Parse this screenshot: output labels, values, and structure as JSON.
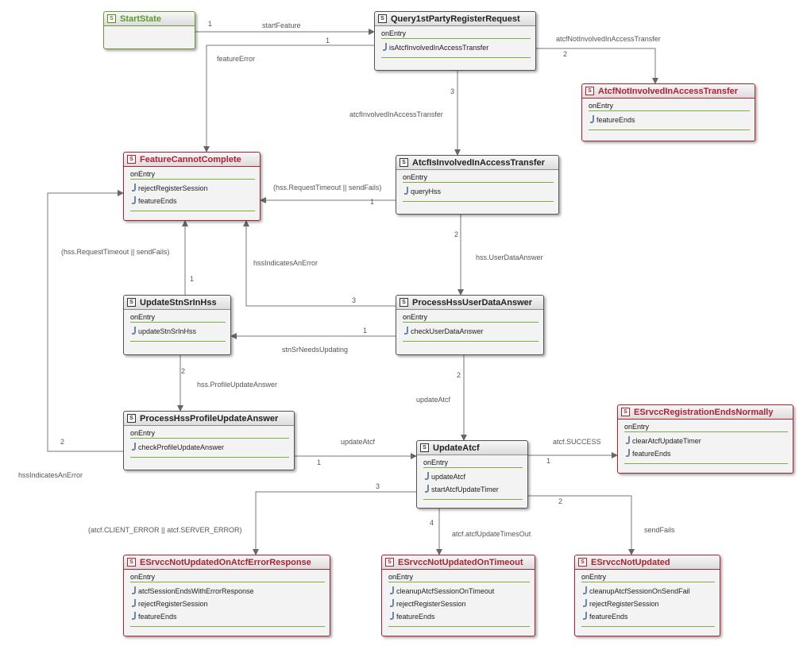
{
  "states": {
    "start": {
      "title": "StartState"
    },
    "query": {
      "title": "Query1stPartyRegisterRequest",
      "onEntry": "onEntry",
      "actions": [
        "isAtcfInvolvedInAccessTransfer"
      ]
    },
    "notInvolved": {
      "title": "AtcfNotInvolvedInAccessTransfer",
      "onEntry": "onEntry",
      "actions": [
        "featureEnds"
      ]
    },
    "cannotComplete": {
      "title": "FeatureCannotComplete",
      "onEntry": "onEntry",
      "actions": [
        "rejectRegisterSession",
        "featureEnds"
      ]
    },
    "involved": {
      "title": "AtcfIsInvolvedInAccessTransfer",
      "onEntry": "onEntry",
      "actions": [
        "queryHss"
      ]
    },
    "updateStn": {
      "title": "UpdateStnSrInHss",
      "onEntry": "onEntry",
      "actions": [
        "updateStnSrInHss"
      ]
    },
    "processHss": {
      "title": "ProcessHssUserDataAnswer",
      "onEntry": "onEntry",
      "actions": [
        "checkUserDataAnswer"
      ]
    },
    "processProfile": {
      "title": "ProcessHssProfileUpdateAnswer",
      "onEntry": "onEntry",
      "actions": [
        "checkProfileUpdateAnswer"
      ]
    },
    "updateAtcf": {
      "title": "UpdateAtcf",
      "onEntry": "onEntry",
      "actions": [
        "updateAtcf",
        "startAtcfUpdateTimer"
      ]
    },
    "endsNormally": {
      "title": "ESrvccRegistrationEndsNormally",
      "onEntry": "onEntry",
      "actions": [
        "clearAtcfUpdateTimer",
        "featureEnds"
      ]
    },
    "errorResponse": {
      "title": "ESrvccNotUpdatedOnAtcfErrorResponse",
      "onEntry": "onEntry",
      "actions": [
        "atcfSessionEndsWithErrorResponse",
        "rejectRegisterSession",
        "featureEnds"
      ]
    },
    "onTimeout": {
      "title": "ESrvccNotUpdatedOnTimeout",
      "onEntry": "onEntry",
      "actions": [
        "cleanupAtcfSessionOnTimeout",
        "rejectRegisterSession",
        "featureEnds"
      ]
    },
    "notUpdated": {
      "title": "ESrvccNotUpdated",
      "onEntry": "onEntry",
      "actions": [
        "cleanupAtcfSessionOnSendFail",
        "rejectRegisterSession",
        "featureEnds"
      ]
    }
  },
  "transitions": {
    "t1_num": "1",
    "t1_label": "startFeature",
    "t2_num": "1",
    "t2_label": "featureError",
    "t3_num": "2",
    "t3_label": "atcfNotInvolvedInAccessTransfer",
    "t4_num": "3",
    "t4_label": "atcfInvolvedInAccessTransfer",
    "t5_num": "1",
    "t5_label": "(hss.RequestTimeout || sendFails)",
    "t6_num": "2",
    "t6_label": "hss.UserDataAnswer",
    "t7_num": "3",
    "t7_label": "hssIndicatesAnError",
    "t8_num": "1",
    "t8_label": "stnSrNeedsUpdating",
    "t9_num": "1",
    "t9_label": "(hss.RequestTimeout || sendFails)",
    "t10_num": "2",
    "t10_label": "hss.ProfileUpdateAnswer",
    "t11_num": "2",
    "t11_label": "updateAtcf",
    "t12_num": "2",
    "t12_label": "hssIndicatesAnError",
    "t13_num": "1",
    "t13_label": "updateAtcf",
    "t14_num": "1",
    "t14_label": "atcf.SUCCESS",
    "t15_num": "3",
    "t15_label": "(atcf.CLIENT_ERROR || atcf.SERVER_ERROR)",
    "t16_num": "4",
    "t16_label": "atcf.atcfUpdateTimesOut",
    "t17_num": "2",
    "t17_label": "sendFails"
  },
  "colors": {
    "final_border": "#b02030",
    "start_border": "#6a9a3a",
    "edge": "#666666",
    "entry_line": "#7ab040"
  }
}
